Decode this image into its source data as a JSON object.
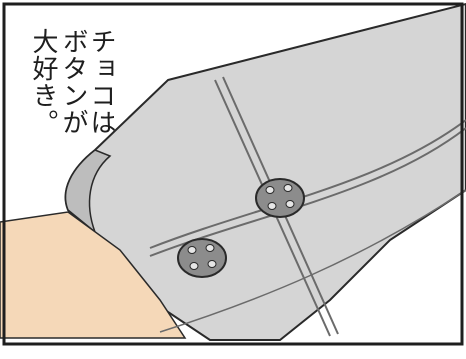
{
  "caption": {
    "lines": [
      "チョコは",
      "ボタンが",
      "大好き。"
    ]
  },
  "colors": {
    "sleeve": "#d5d5d5",
    "skin": "#f5d8b8",
    "button": "#8c8c8c",
    "outline": "#2a2a2a"
  },
  "icons": [
    "sleeve-illustration",
    "cuff-button-icon"
  ]
}
